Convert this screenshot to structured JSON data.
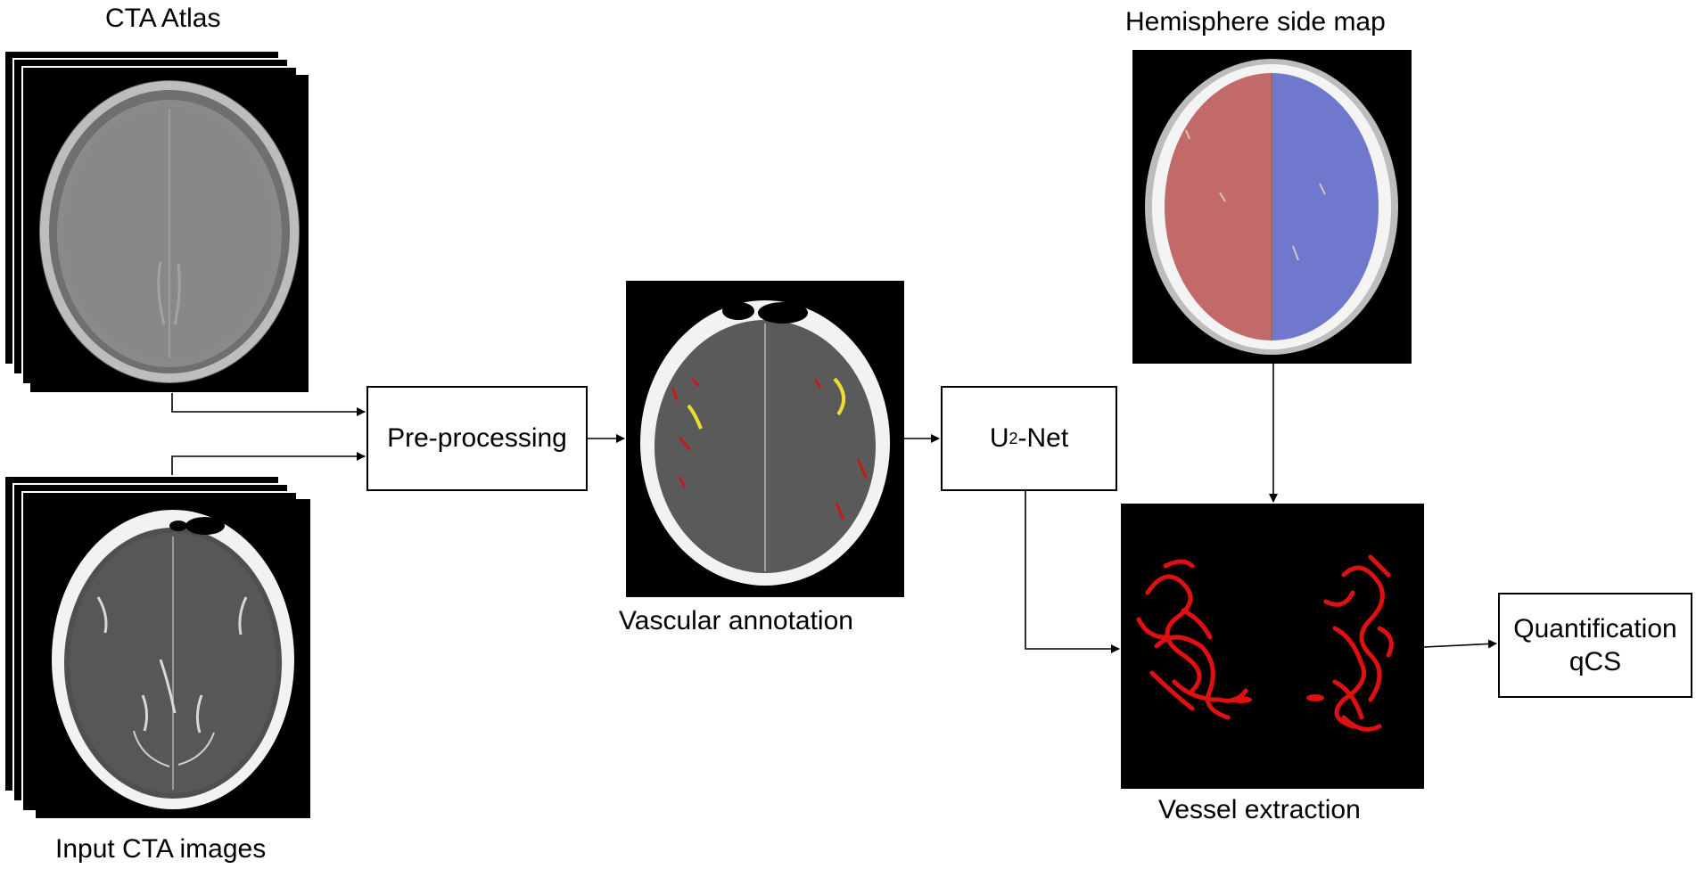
{
  "labels": {
    "atlas_title": "CTA Atlas",
    "input_title": "Input CTA images",
    "annotation_title": "Vascular annotation",
    "hemisphere_title": "Hemisphere side map",
    "vessel_title": "Vessel extraction"
  },
  "boxes": {
    "preprocessing": "Pre-processing",
    "unet_prefix": "U",
    "unet_sup": "2",
    "unet_suffix": "-Net",
    "quant_line1": "Quantification",
    "quant_line2": "qCS"
  },
  "colors": {
    "left_hemisphere": "#c26a6a",
    "right_hemisphere": "#6f78cc",
    "vessel": "#e01010",
    "annotation_yellow": "#e8e030",
    "annotation_red": "#c81818"
  }
}
